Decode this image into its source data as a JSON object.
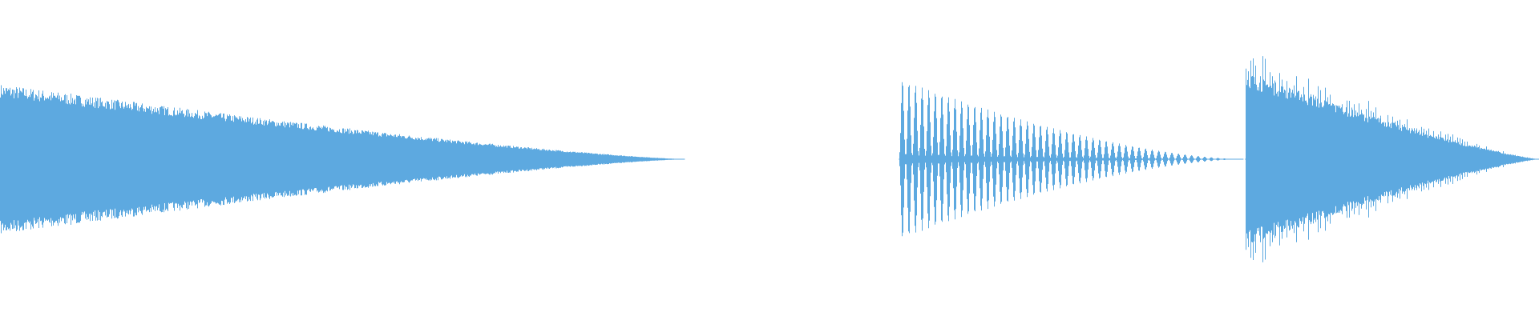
{
  "waveform": {
    "color": "#5DA9E0",
    "background": "#FFFFFF",
    "segments": [
      {
        "name": "segment-1",
        "pattern": "dense-decaying",
        "onsets": [
          {
            "at": 0.0,
            "amplitude": 0.47
          },
          {
            "at": 0.118,
            "amplitude": 0.16
          },
          {
            "at": 0.229,
            "amplitude": 0.06
          }
        ],
        "end": 0.445
      },
      {
        "name": "segment-2",
        "pattern": "pulsed-decaying",
        "onsets": [
          {
            "at": 0.584,
            "amplitude": 0.5
          }
        ],
        "end": 0.808
      },
      {
        "name": "segment-3",
        "pattern": "dense-decaying",
        "onsets": [
          {
            "at": 0.809,
            "amplitude": 0.55
          }
        ],
        "end": 1.0
      }
    ]
  }
}
